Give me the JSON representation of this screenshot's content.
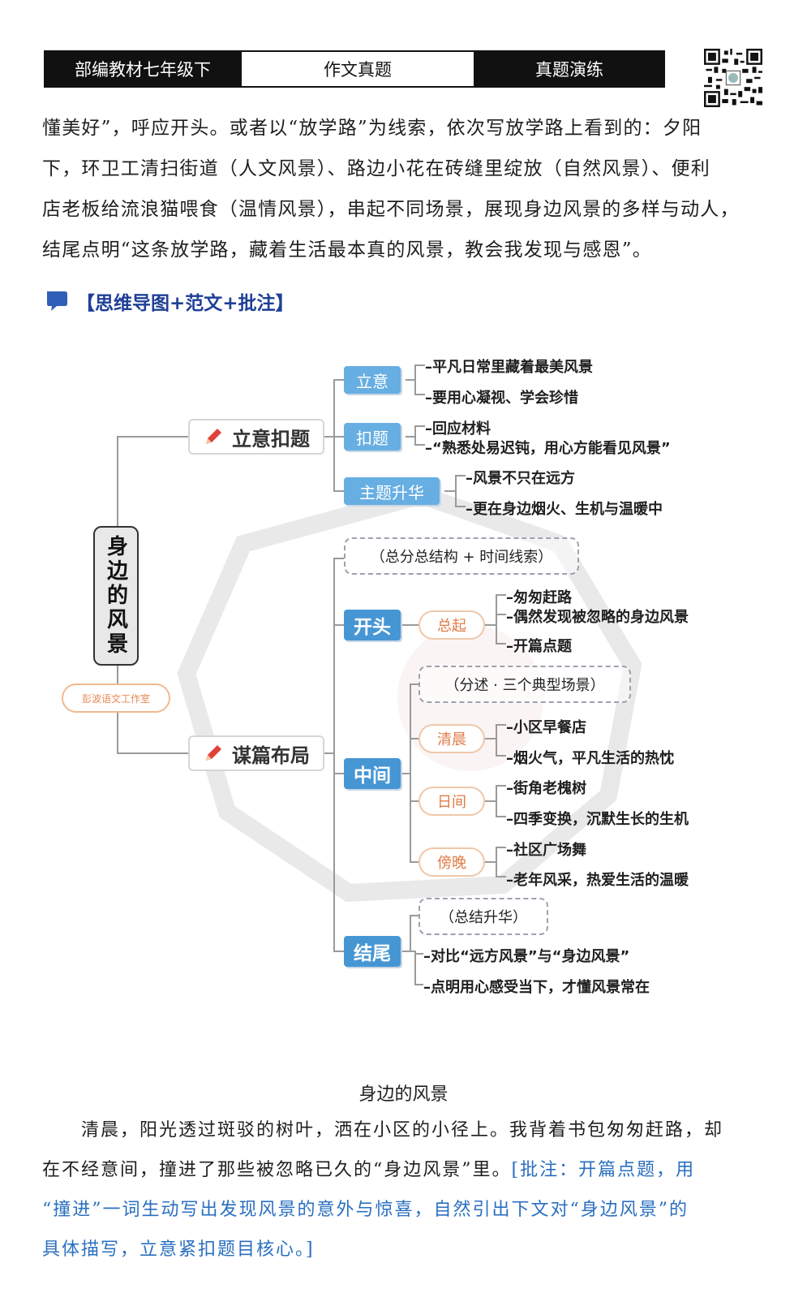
{
  "header": {
    "cell1": "部编教材七年级下",
    "cell2": "作文真题",
    "cell3": "真题演练"
  },
  "intro_lines": [
    "懂美好”，呼应开头。或者以“放学路”为线索，依次写放学路上看到的：夕阳",
    "下，环卫工清扫街道（人文风景）、路边小花在砖缝里绽放（自然风景）、便利",
    "店老板给流浪猫喂食（温情风景），串起不同场景，展现身边风景的多样与动人，",
    "结尾点明“这条放学路，藏着生活最本真的风景，教会我发现与感恩”。"
  ],
  "section_title": "【思维导图+范文+批注】",
  "mindmap": {
    "root": "身边的风景",
    "studio": "彭波语文工作室",
    "branch1": {
      "label": "立意扣题",
      "liyi": {
        "label": "立意",
        "items": [
          "–平凡日常里藏着最美风景",
          "–要用心凝视、学会珍惜"
        ]
      },
      "koti": {
        "label": "扣题",
        "items": [
          "–回应材料",
          "–“熟悉处易迟钝，用心方能看见风景”"
        ]
      },
      "shenghua": {
        "label": "主题升华",
        "items": [
          "–风景不只在远方",
          "–更在身边烟火、生机与温暖中"
        ]
      }
    },
    "branch2": {
      "label": "谋篇布局",
      "structure": "（总分总结构 + 时间线索）",
      "opening": {
        "label": "开头",
        "sub": "总起",
        "items": [
          "–匆匆赶路",
          "–偶然发现被忽略的身边风景",
          "–开篇点题"
        ]
      },
      "middle": {
        "label": "中间",
        "note": "（分述 · 三个典型场景）",
        "morning": {
          "label": "清晨",
          "items": [
            "–小区早餐店",
            "–烟火气，平凡生活的热忱"
          ]
        },
        "daytime": {
          "label": "日间",
          "items": [
            "–街角老槐树",
            "–四季变换，沉默生长的生机"
          ]
        },
        "evening": {
          "label": "傍晚",
          "items": [
            "–社区广场舞",
            "–老年风采，热爱生活的温暖"
          ]
        }
      },
      "ending": {
        "label": "结尾",
        "note": "（总结升华）",
        "items": [
          "–对比“远方风景”与“身边风景”",
          "–点明用心感受当下，才懂风景常在"
        ]
      }
    }
  },
  "essay": {
    "title": "身边的风景",
    "line1": "清晨，阳光透过斑驳的树叶，洒在小区的小径上。我背着书包匆匆赶路，却",
    "line2_text": "在不经意间，撞进了那些被忽略已久的“身边风景”里。",
    "line2_anno": "[批注：开篇点题，用",
    "line3": "“撞进”一词生动写出发现风景的意外与惊喜，自然引出下文对“身边风景”的",
    "line4": "具体描写，立意紧扣题目核心。]"
  },
  "colors": {
    "blue": "#67aee2",
    "annotation": "#2a6fc0",
    "section": "#1f3f97",
    "orange": "#e07b45"
  }
}
